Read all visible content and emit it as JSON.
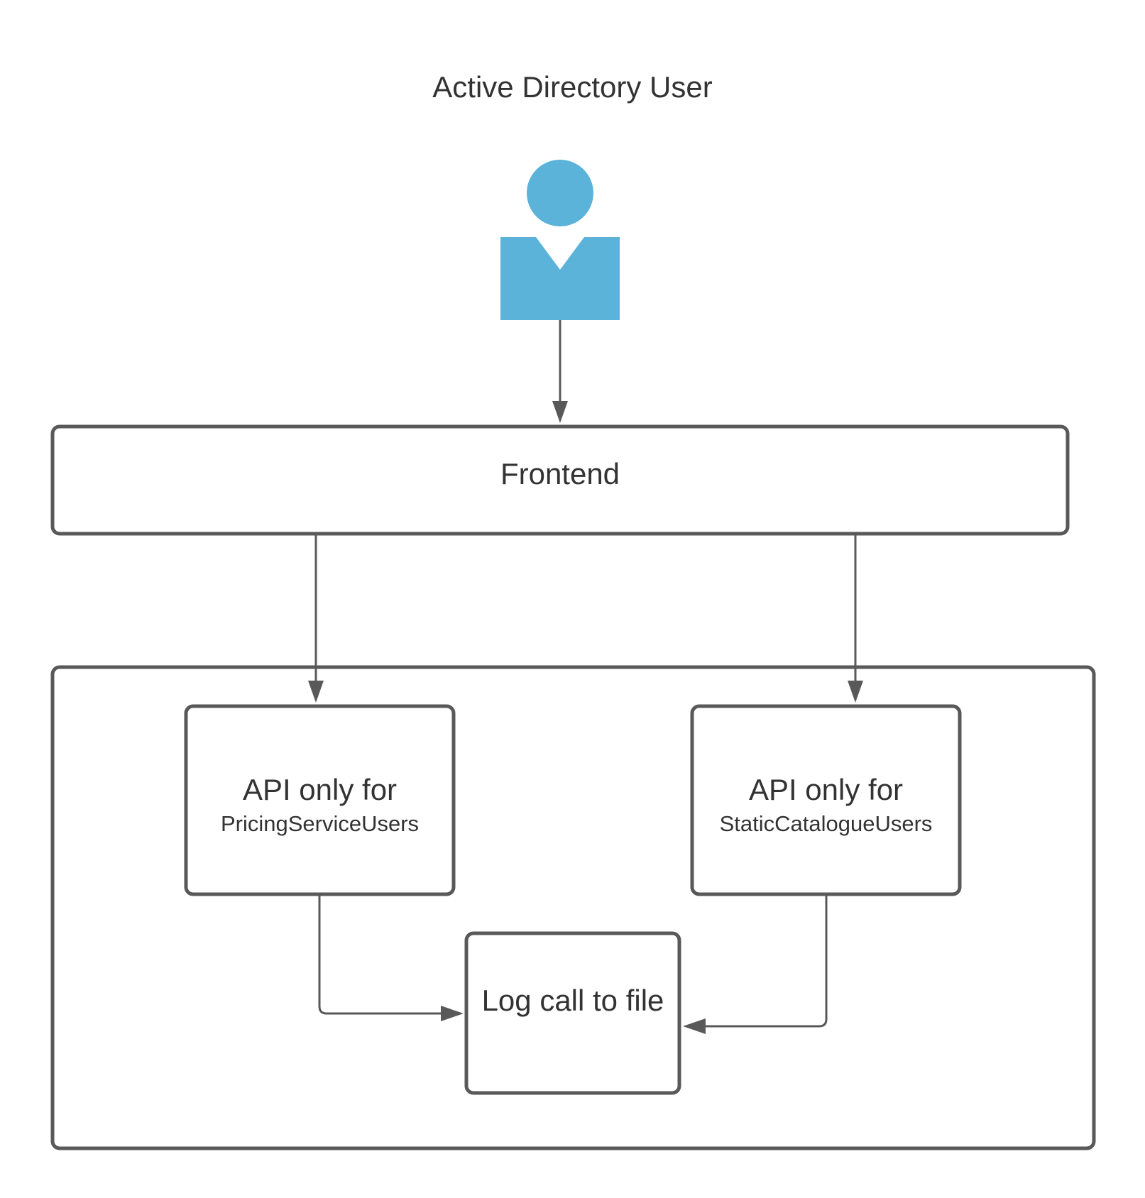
{
  "title": "Active Directory User",
  "nodes": {
    "frontend": {
      "label": "Frontend"
    },
    "api_pricing": {
      "line1": "API only for",
      "line2": "PricingServiceUsers"
    },
    "api_static": {
      "line1": "API only for",
      "line2": "StaticCatalogueUsers"
    },
    "log": {
      "label": "Log call to file"
    }
  },
  "icons": {
    "user": "user-icon"
  },
  "colors": {
    "stroke": "#595959",
    "user_fill": "#5bb3d9",
    "text": "#333333"
  },
  "edges": [
    {
      "from": "user",
      "to": "frontend"
    },
    {
      "from": "frontend",
      "to": "api_pricing"
    },
    {
      "from": "frontend",
      "to": "api_static"
    },
    {
      "from": "api_pricing",
      "to": "log"
    },
    {
      "from": "api_static",
      "to": "log"
    }
  ]
}
